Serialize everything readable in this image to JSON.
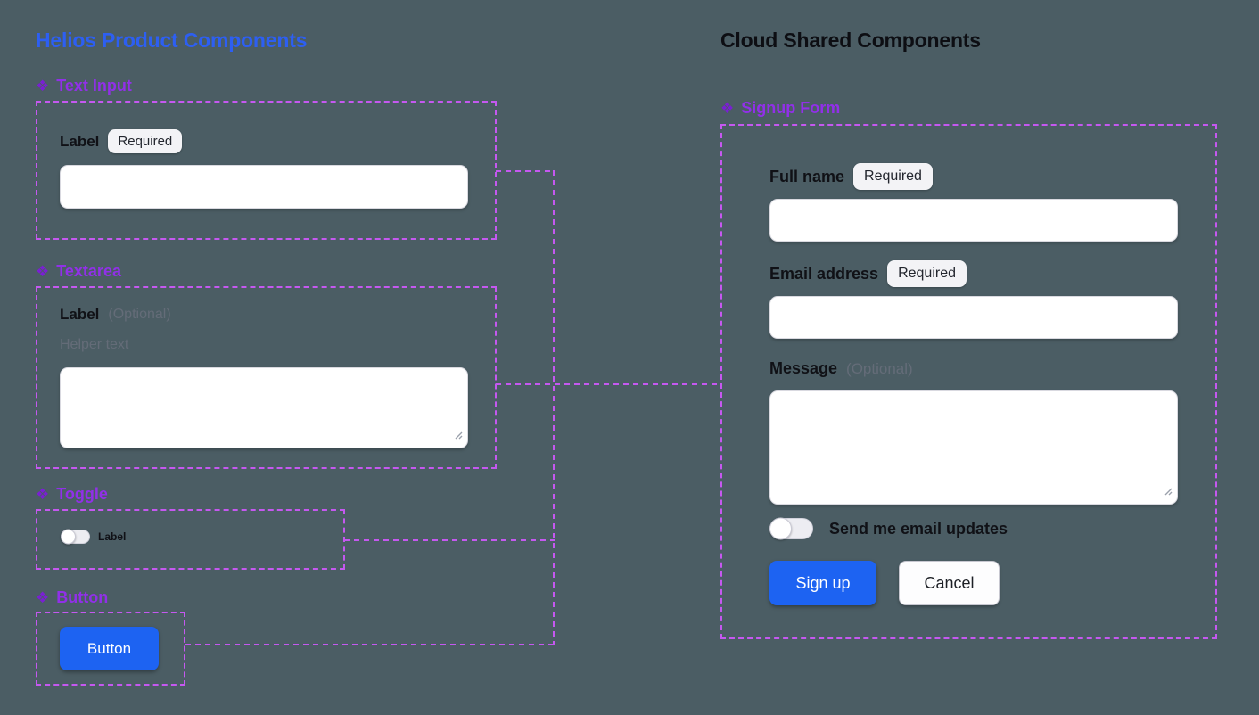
{
  "colors": {
    "background": "#4b5d64",
    "title_blue": "#2d5ff2",
    "title_dark": "#0d0e13",
    "header_purple": "#9130e8",
    "icon_purple": "#7a1fd4",
    "frame_border": "#c558f0",
    "primary_blue": "#1d63f2",
    "label_dark": "#101116",
    "muted_gray": "#646c78"
  },
  "titles": {
    "left": "Helios Product Components",
    "right": "Cloud Shared Components"
  },
  "component_icon": "❖",
  "text_input": {
    "header": "Text Input",
    "label": "Label",
    "badge": "Required"
  },
  "textarea": {
    "header": "Textarea",
    "label": "Label",
    "optional": "(Optional)",
    "helper": "Helper text"
  },
  "toggle": {
    "header": "Toggle",
    "label": "Label"
  },
  "button": {
    "header": "Button",
    "label": "Button"
  },
  "signup_form": {
    "header": "Signup Form",
    "full_name_label": "Full name",
    "full_name_badge": "Required",
    "email_label": "Email address",
    "email_badge": "Required",
    "message_label": "Message",
    "message_optional": "(Optional)",
    "toggle_label": "Send me email updates",
    "signup_button": "Sign up",
    "cancel_button": "Cancel"
  }
}
